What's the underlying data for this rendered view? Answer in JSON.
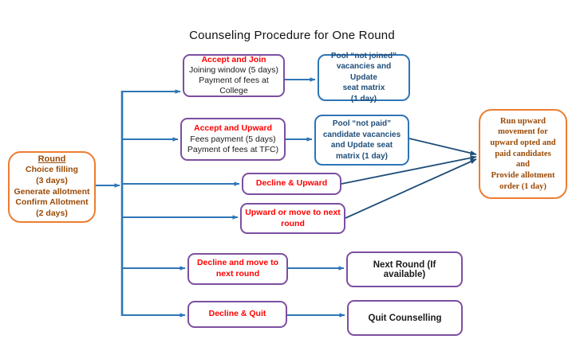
{
  "title": "Counseling Procedure for One Round",
  "colors": {
    "purple_border": "#7C4FA0",
    "blue_border": "#2E75B6",
    "blue_text": "#1F4E79",
    "orange_border": "#ED7D31",
    "brown_text": "#9A4A06",
    "red_text": "#FF0000",
    "black_text": "#1A1A1A",
    "arrow_blue": "#2E75B6",
    "arrow_navy": "#1F4E79"
  },
  "nodes": {
    "round": {
      "title": "Round",
      "lines": [
        "Choice filling",
        "(3 days)",
        "Generate allotment",
        "Confirm Allotment",
        "(2 days)"
      ]
    },
    "accept_join": {
      "title": "Accept and Join",
      "lines": [
        "Joining window (5 days)",
        "Payment of fees at College"
      ]
    },
    "pool_not_joined": {
      "lines": [
        "Pool “not joined”",
        "vacancies and Update",
        "seat matrix",
        "(1 day)"
      ]
    },
    "accept_upward": {
      "title": "Accept and Upward",
      "lines": [
        "Fees payment (5 days)",
        "Payment of fees at TFC)"
      ]
    },
    "pool_not_paid": {
      "lines": [
        "Pool “not paid”",
        "candidate vacancies",
        "and Update seat",
        "matrix (1 day)"
      ]
    },
    "decline_upward": {
      "title": "Decline & Upward"
    },
    "upward_or_next": {
      "title": "Upward or move to next round"
    },
    "run_upward": {
      "lines": [
        "Run upward",
        "movement for",
        "upward opted and",
        "paid candidates",
        "and",
        "Provide allotment",
        "order (1 day)"
      ]
    },
    "decline_move_next": {
      "title": "Decline and move to next round"
    },
    "next_round": {
      "title": "Next Round (If available)"
    },
    "decline_quit": {
      "title": "Decline & Quit"
    },
    "quit_counselling": {
      "title": "Quit Counselling"
    }
  }
}
